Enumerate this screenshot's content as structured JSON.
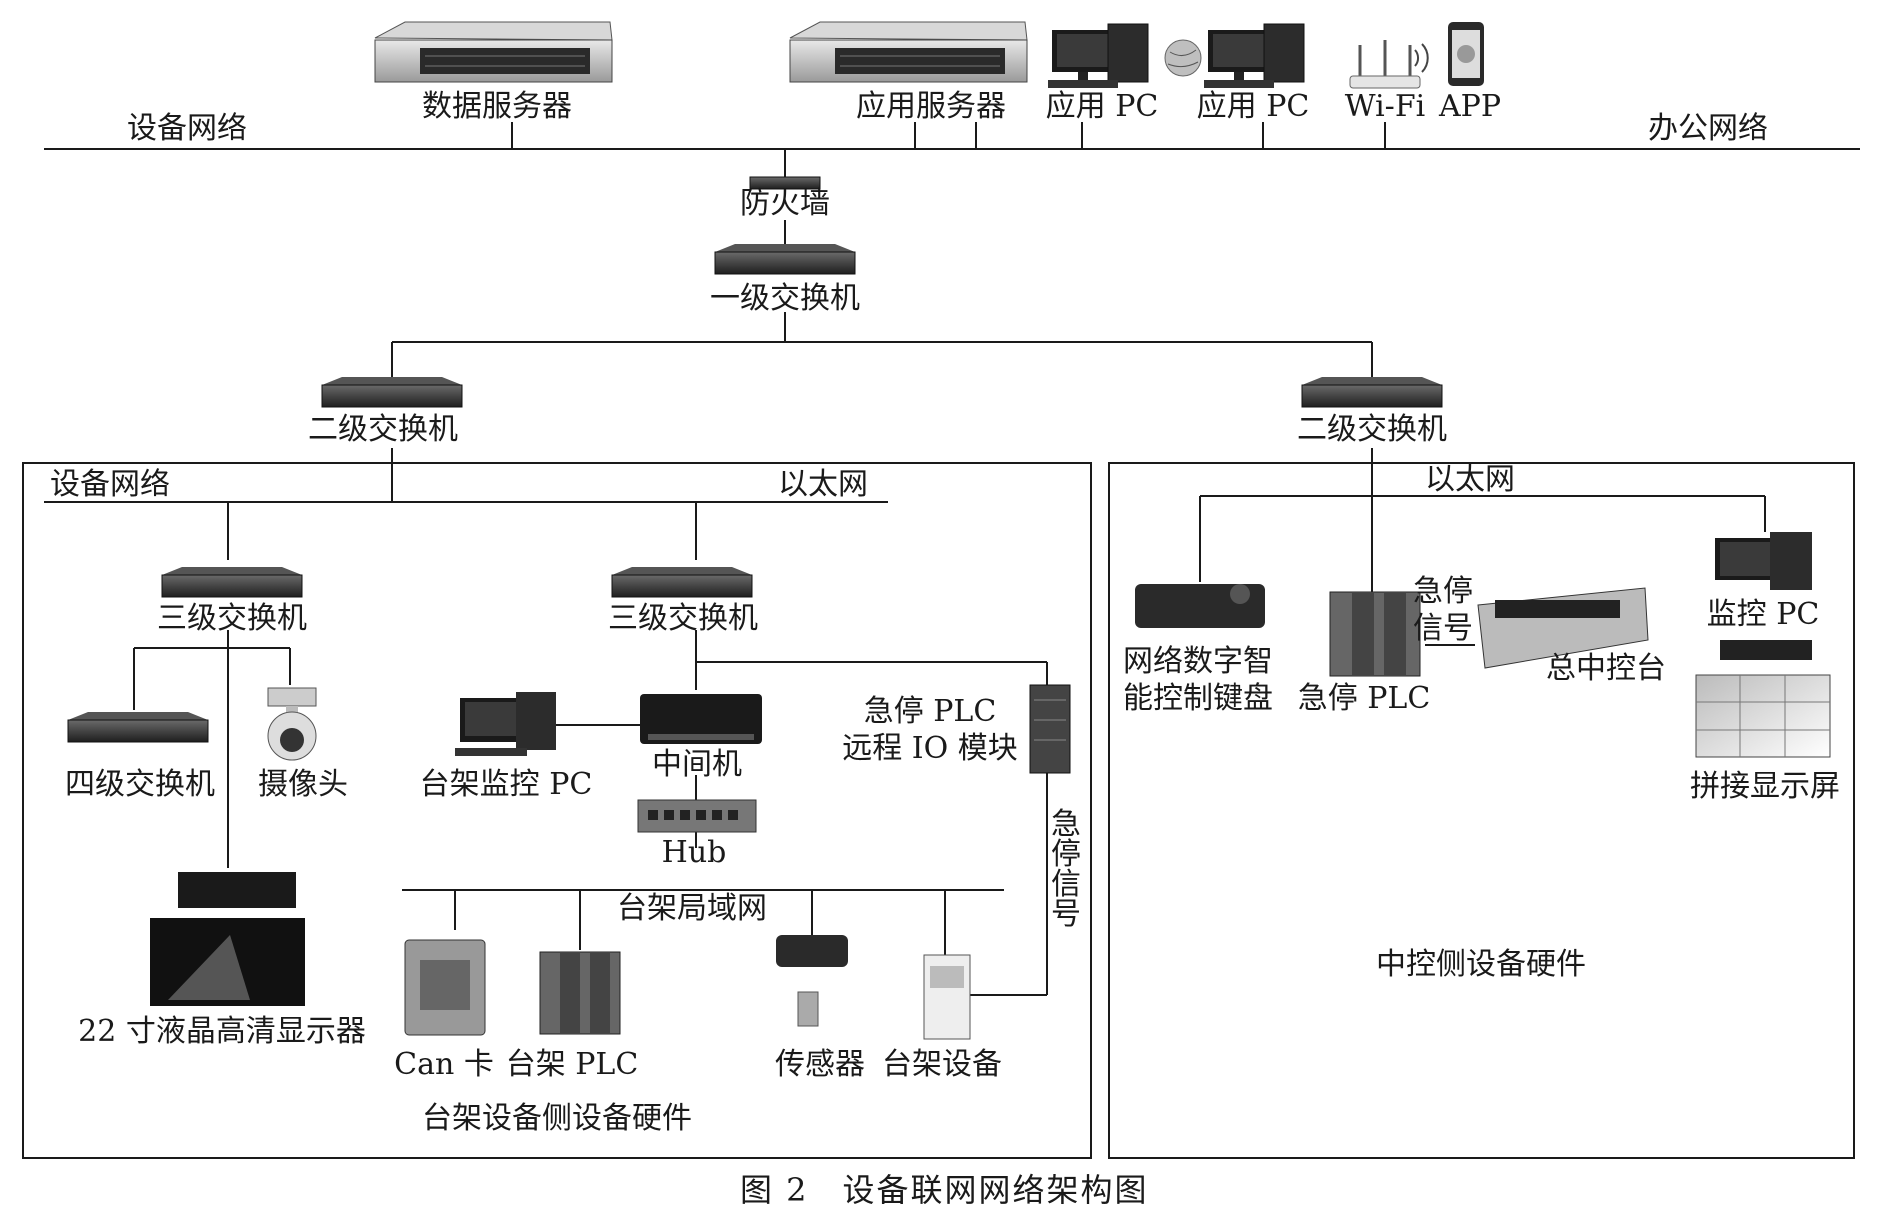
{
  "top": {
    "equipment_network": "设备网络",
    "office_network": "办公网络",
    "data_server": "数据服务器",
    "app_server": "应用服务器",
    "app_pc_1": "应用 PC",
    "app_pc_2": "应用 PC",
    "wifi": "Wi-Fi",
    "app": "APP",
    "firewall": "防火墙",
    "switch_l1": "一级交换机"
  },
  "left": {
    "switch_l2": "二级交换机",
    "equipment_network": "设备网络",
    "ethernet": "以太网",
    "switch_l3_a": "三级交换机",
    "switch_l3_b": "三级交换机",
    "switch_l4": "四级交换机",
    "camera": "摄像头",
    "lcd_display": "22 寸液晶高清显示器",
    "rig_monitor_pc": "台架监控 PC",
    "middle_computer": "中间机",
    "hub": "Hub",
    "estop_plc_line1": "急停 PLC",
    "estop_plc_line2": "远程 IO 模块",
    "estop_signal": "急停信号",
    "rig_lan": "台架局域网",
    "can_card": "Can 卡",
    "rig_plc": "台架 PLC",
    "sensor": "传感器",
    "rig_device": "台架设备",
    "box_title": "台架设备侧设备硬件"
  },
  "right": {
    "switch_l2": "二级交换机",
    "ethernet": "以太网",
    "keyboard_line1": "网络数字智",
    "keyboard_line2": "能控制键盘",
    "estop_plc": "急停 PLC",
    "estop_signal_line1": "急停",
    "estop_signal_line2": "信号",
    "console": "总中控台",
    "monitor_pc": "监控 PC",
    "video_wall": "拼接显示屏",
    "box_title": "中控侧设备硬件"
  },
  "caption": "图 2　设备联网网络架构图"
}
